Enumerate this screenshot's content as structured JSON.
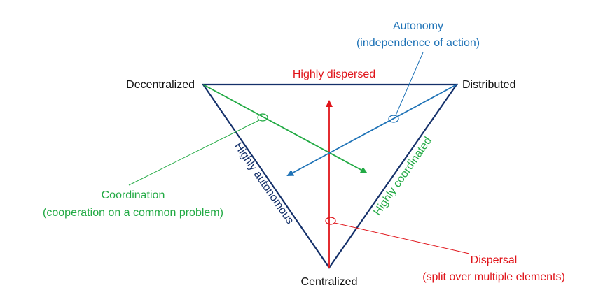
{
  "vertices": {
    "top_left": "Decentralized",
    "top_right": "Distributed",
    "bottom": "Centralized"
  },
  "edges": {
    "top": "Highly  dispersed",
    "left": "Highly autonomous",
    "right": "Highly coordinated"
  },
  "callouts": {
    "autonomy": {
      "title": "Autonomy",
      "subtitle": "(independence  of action)"
    },
    "coordination": {
      "title": "Coordination",
      "subtitle": "(cooperation on a common problem)"
    },
    "dispersal": {
      "title": "Dispersal",
      "subtitle": "(split over multiple elements)"
    }
  },
  "colors": {
    "triangle": "#14306a",
    "dispersal": "#e0141a",
    "autonomy": "#1f73b7",
    "coordination": "#22aa44"
  }
}
